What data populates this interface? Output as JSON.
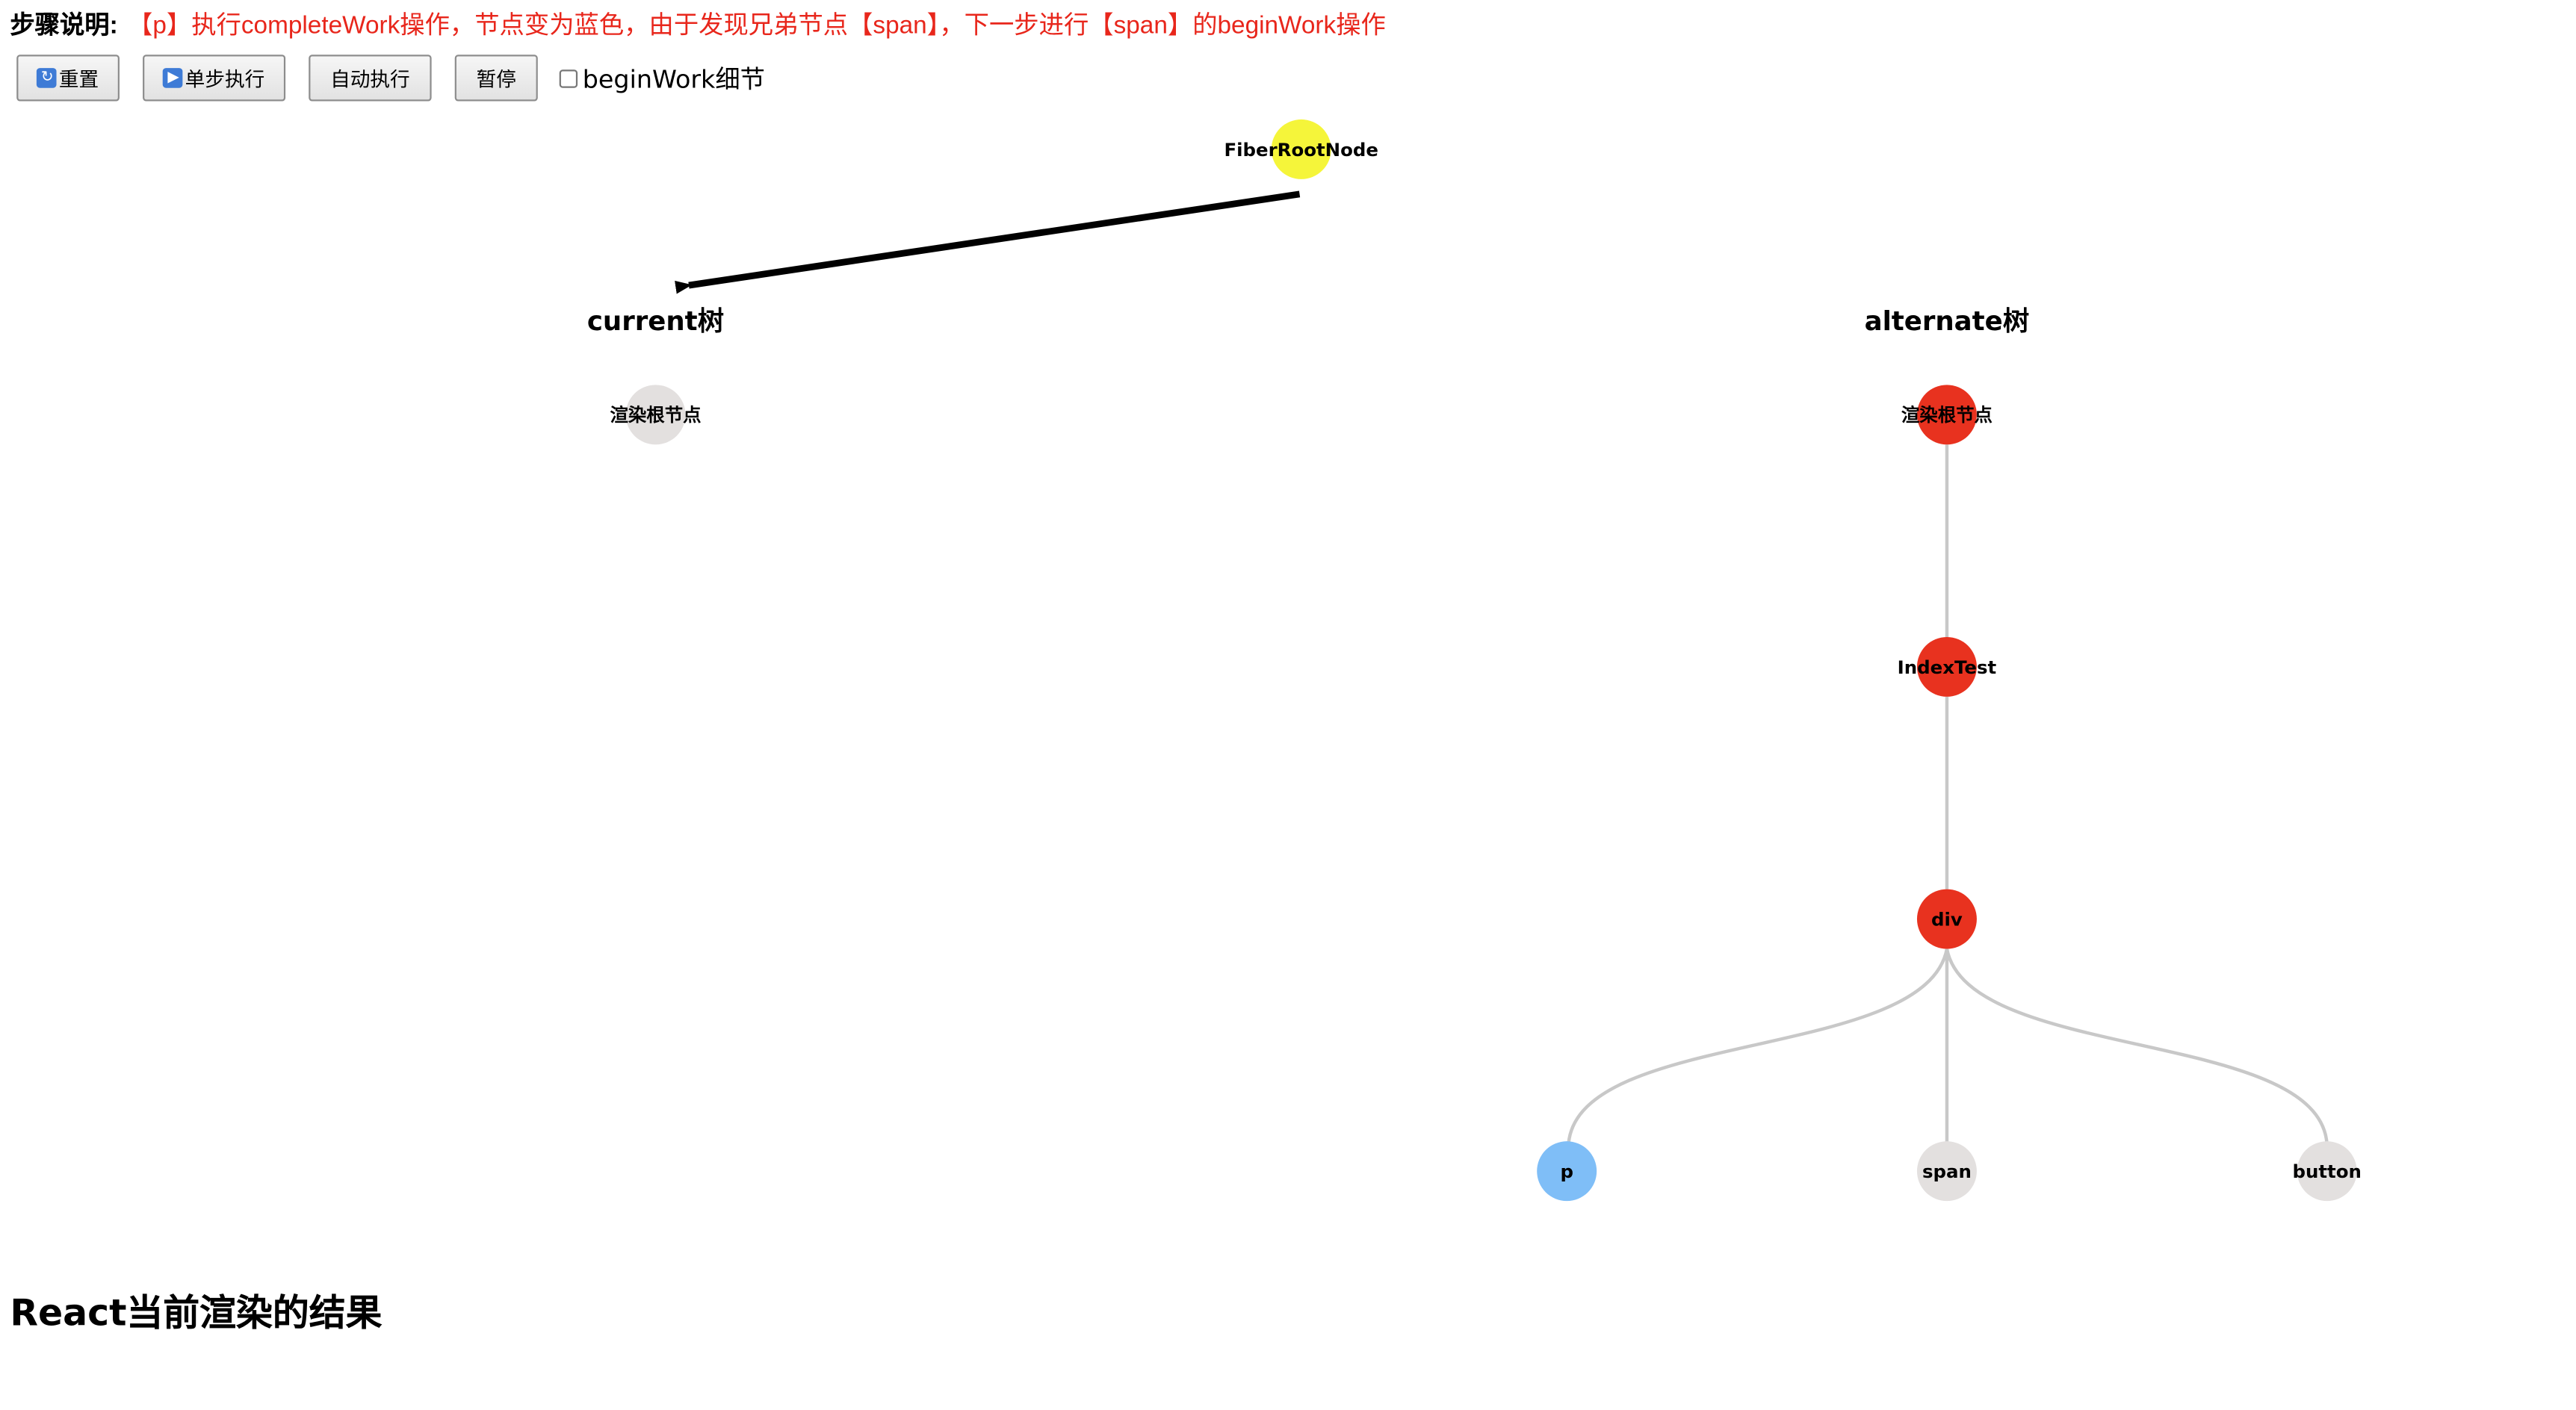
{
  "step": {
    "label": "步骤说明:",
    "text": "【p】执行completeWork操作，节点变为蓝色，由于发现兄弟节点【span】，下一步进行【span】的beginWork操作",
    "text_color": "#e8261b"
  },
  "controls": {
    "reset_label": "重置",
    "reset_icon": "reset-icon",
    "step_label": "单步执行",
    "step_icon": "play-icon",
    "auto_label": "自动执行",
    "pause_label": "暂停",
    "detail_label": "beginWork细节",
    "detail_checked": false
  },
  "root_node": {
    "label": "FiberRootNode",
    "color": "#f5f53a"
  },
  "current_tree": {
    "title": "current树",
    "nodes": [
      {
        "label": "渲染根节点",
        "state": "idle"
      }
    ]
  },
  "alternate_tree": {
    "title": "alternate树",
    "nodes": [
      {
        "label": "渲染根节点",
        "state": "processing"
      },
      {
        "label": "IndexTest",
        "state": "processing"
      },
      {
        "label": "div",
        "state": "processing"
      },
      {
        "label": "p",
        "state": "completed"
      },
      {
        "label": "span",
        "state": "idle"
      },
      {
        "label": "button",
        "state": "idle"
      }
    ]
  },
  "colors": {
    "processing": "#e8321f",
    "completed": "#7fbef7",
    "idle": "#e3e0df",
    "link": "#c8c8c8",
    "pointer": "#000000"
  },
  "result": {
    "title": "React当前渲染的结果"
  }
}
